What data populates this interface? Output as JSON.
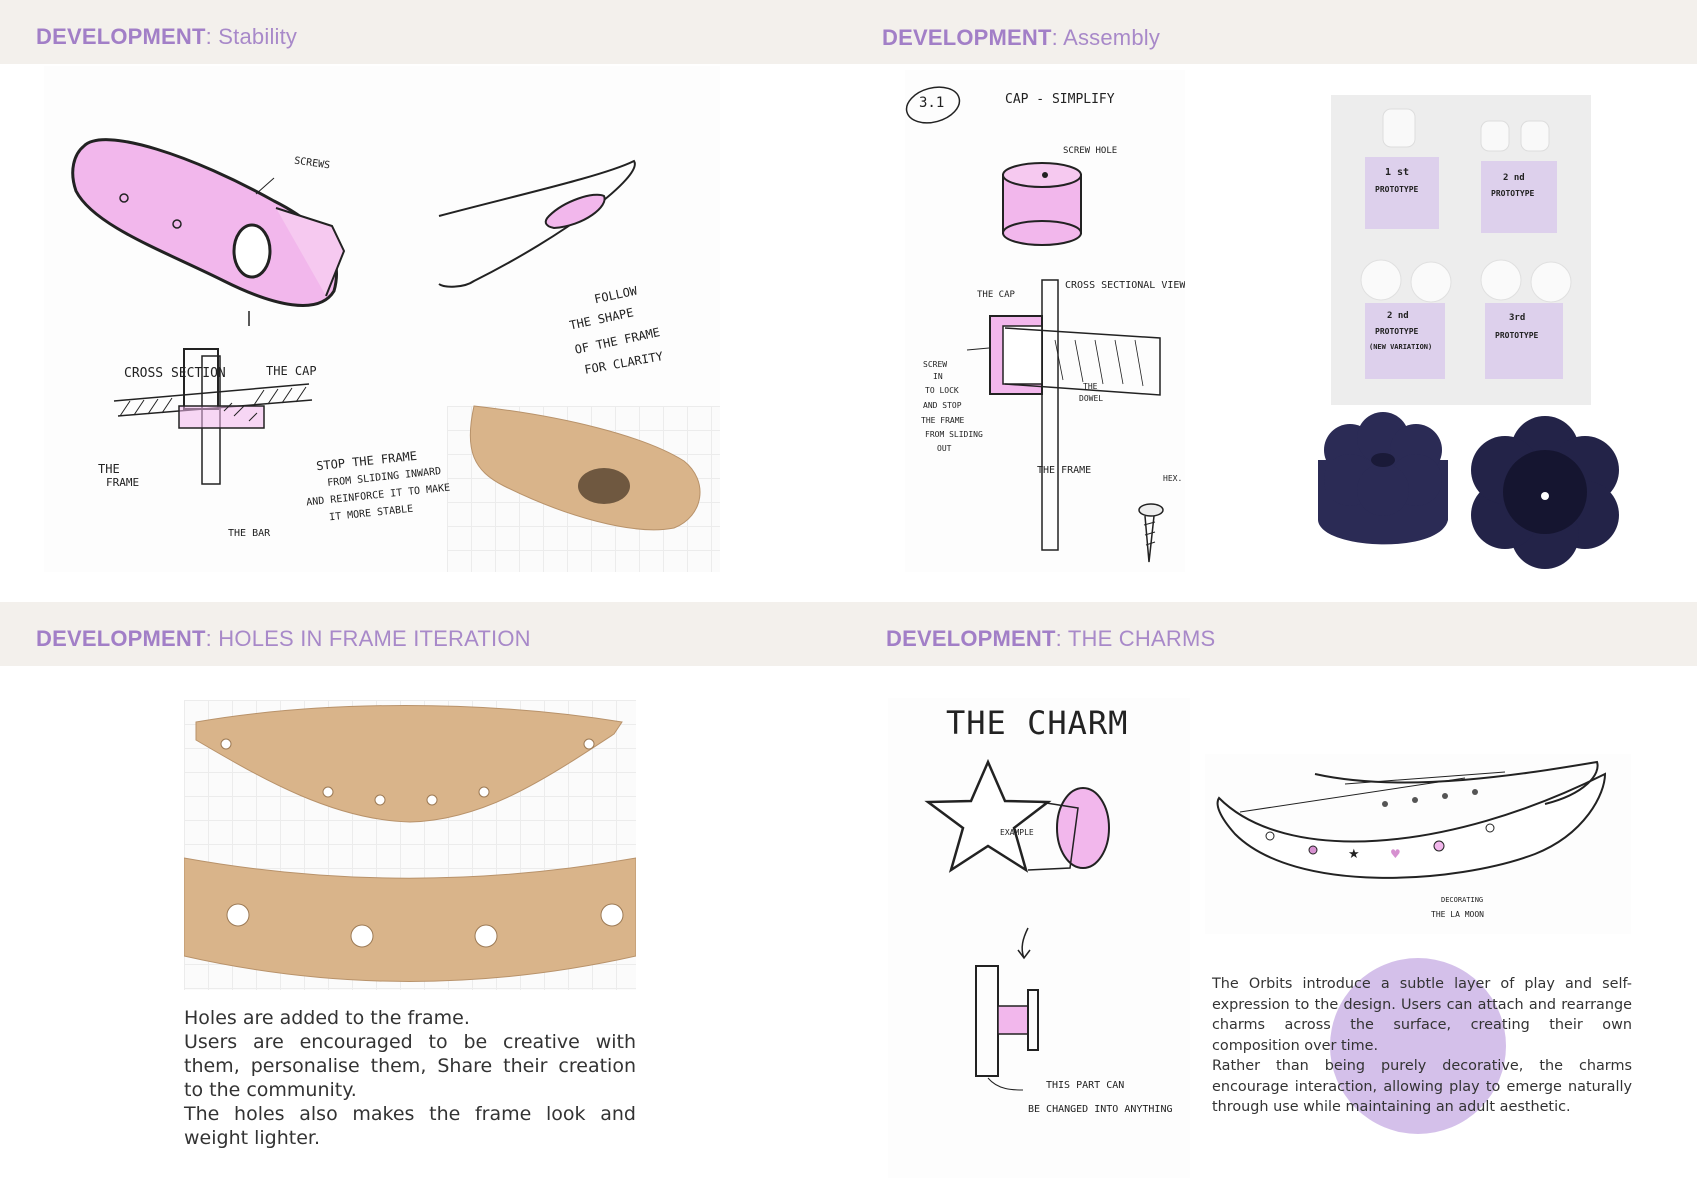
{
  "sections": {
    "stability": {
      "bold": "DEVELOPMENT",
      "rest": ": Stability"
    },
    "assembly": {
      "bold": "DEVELOPMENT",
      "rest": ": Assembly"
    },
    "holes": {
      "bold": "DEVELOPMENT",
      "rest": ": HOLES IN FRAME ITERATION"
    },
    "charms": {
      "bold": "DEVELOPMENT",
      "rest": ": THE CHARMS"
    }
  },
  "stability_sketch": {
    "screws": "SCREWS",
    "cross_section": "CROSS SECTION",
    "the_cap": "THE CAP",
    "the_frame_1": "THE",
    "the_frame_2": "FRAME",
    "the_bar": "THE BAR",
    "stop_1": "STOP THE FRAME",
    "stop_2": "FROM SLIDING INWARD",
    "stop_3": "AND REINFORCE IT TO MAKE",
    "stop_4": "IT MORE STABLE",
    "follow_1": "FOLLOW",
    "follow_2": "THE SHAPE",
    "follow_3": "OF THE FRAME",
    "follow_4": "FOR CLARITY"
  },
  "assembly_sketch": {
    "step": "3.1",
    "title": "CAP - SIMPLIFY",
    "screw_hole": "SCREW HOLE",
    "the_cap": "THE CAP",
    "cross_sectional": "CROSS SECTIONAL VIEW",
    "screw_1": "SCREW",
    "screw_2": "IN",
    "screw_3": "TO LOCK",
    "screw_4": "AND STOP",
    "screw_5": "THE FRAME",
    "screw_6": "FROM SLIDING",
    "screw_7": "OUT",
    "dowel_1": "THE",
    "dowel_2": "DOWEL",
    "the_frame": "THE FRAME",
    "hex": "HEX."
  },
  "prototypes": [
    {
      "line1": "1 st",
      "line2": "PROTOTYPE",
      "line3": ""
    },
    {
      "line1": "2 nd",
      "line2": "PROTOTYPE",
      "line3": ""
    },
    {
      "line1": "2 nd",
      "line2": "PROTOTYPE",
      "line3": "(NEW VARIATION)"
    },
    {
      "line1": "3rd",
      "line2": "PROTOTYPE",
      "line3": ""
    }
  ],
  "holes_text": [
    "Holes are added to the frame.",
    "Users are encouraged to be creative with them, personalise them, Share their creation to the community.",
    "The holes also makes the frame look and weight lighter."
  ],
  "charm_sketch": {
    "title": "THE CHARM",
    "example": "EXAMPLE",
    "part_1": "THIS PART CAN",
    "part_2": "BE CHANGED INTO ANYTHING",
    "decorating_1": "DECORATING",
    "decorating_2": "THE LA MOON"
  },
  "charms_text": [
    "The Orbits introduce a subtle layer of play and self-expression to the design. Users can attach and rearrange charms across the surface, creating their own composition over time.",
    "Rather than being purely decorative, the charms encourage interaction, allowing play to emerge naturally through use while maintaining an adult aesthetic."
  ],
  "colors": {
    "accent": "#a27fc7",
    "band": "#f3f0ec",
    "sketch_pink": "#f2b7ec",
    "wood": "#d9b48a",
    "navy": "#2b2b55",
    "note_purple": "#ddd0ec",
    "lilac_circle": "#cdb5e6"
  }
}
